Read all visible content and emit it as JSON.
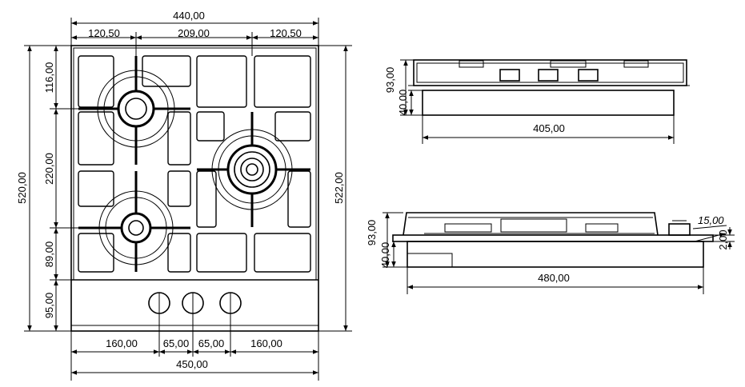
{
  "dimensions": {
    "top_width": "440,00",
    "top_left": "120,50",
    "top_mid": "209,00",
    "top_right": "120,50",
    "left_116": "116,00",
    "left_220": "220,00",
    "left_89": "89,00",
    "left_95": "95,00",
    "left_total": "520,00",
    "right_total": "522,00",
    "bottom_160a": "160,00",
    "bottom_65a": "65,00",
    "bottom_65b": "65,00",
    "bottom_160b": "160,00",
    "bottom_total": "450,00",
    "side1_height": "93,00",
    "side1_depth": "40,00",
    "side1_width": "405,00",
    "side2_height": "93,00",
    "side2_depth": "40,00",
    "side2_width": "480,00",
    "side2_15": "15,00",
    "side2_2": "2,00"
  }
}
